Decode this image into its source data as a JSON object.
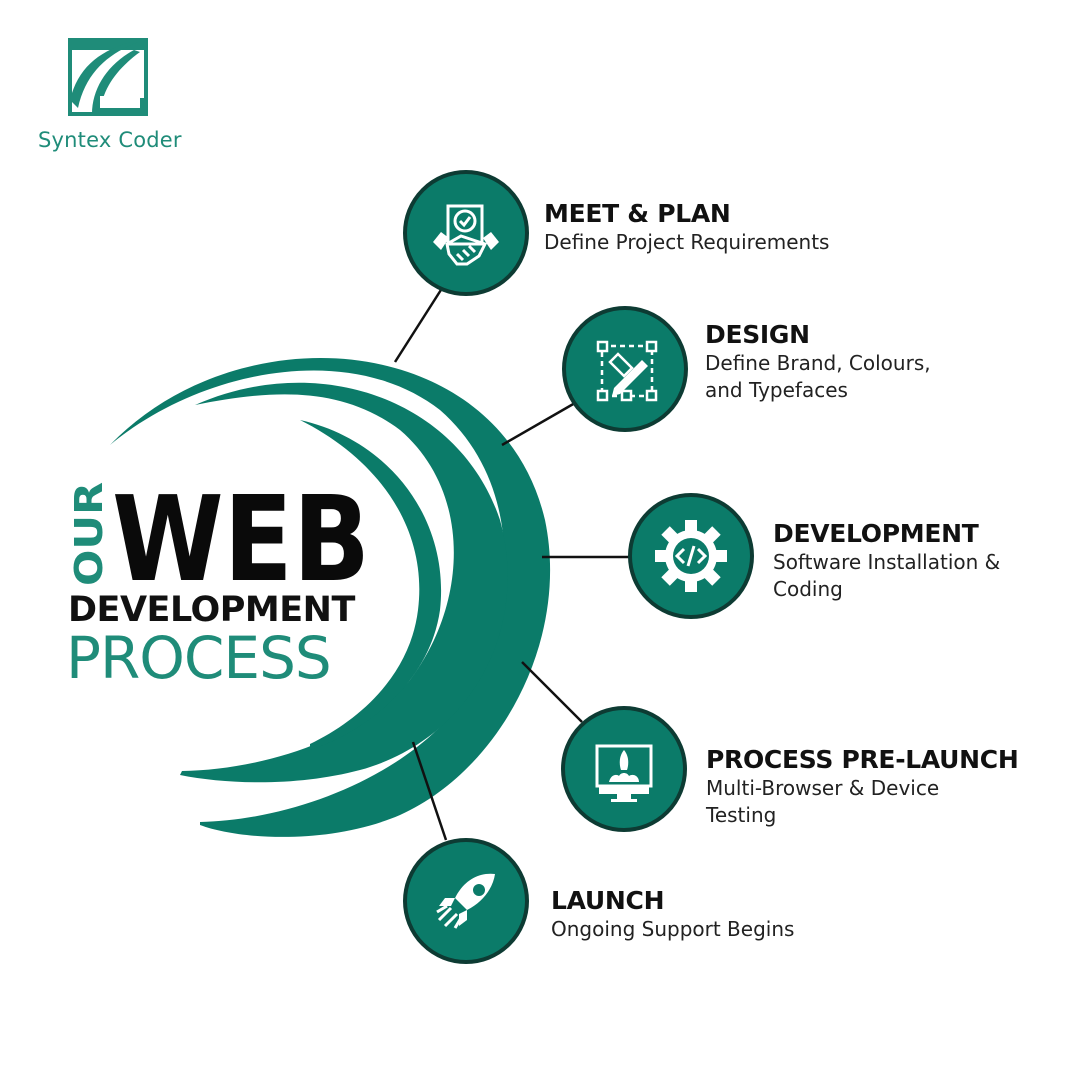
{
  "brand": {
    "name": "Syntex Coder",
    "accent_color": "#0b7b69",
    "dark_color": "#0d3b33",
    "logo_icon": "syntex-coder-logo-icon"
  },
  "title": {
    "line1_small": "OUR",
    "line1_large": "WEB",
    "line2": "DEVELOPMENT",
    "line3": "PROCESS"
  },
  "steps": [
    {
      "title": "MEET & PLAN",
      "description": "Define Project Requirements",
      "icon": "handshake-icon"
    },
    {
      "title": "DESIGN",
      "description": "Define Brand, Colours,\nand Typefaces",
      "icon": "design-pencil-icon"
    },
    {
      "title": "DEVELOPMENT",
      "description": "Software Installation &\nCoding",
      "icon": "gear-code-icon"
    },
    {
      "title": "PROCESS PRE-LAUNCH",
      "description": "Multi-Browser & Device\nTesting",
      "icon": "monitor-rocket-icon"
    },
    {
      "title": "LAUNCH",
      "description": "Ongoing Support Begins",
      "icon": "rocket-icon"
    }
  ]
}
